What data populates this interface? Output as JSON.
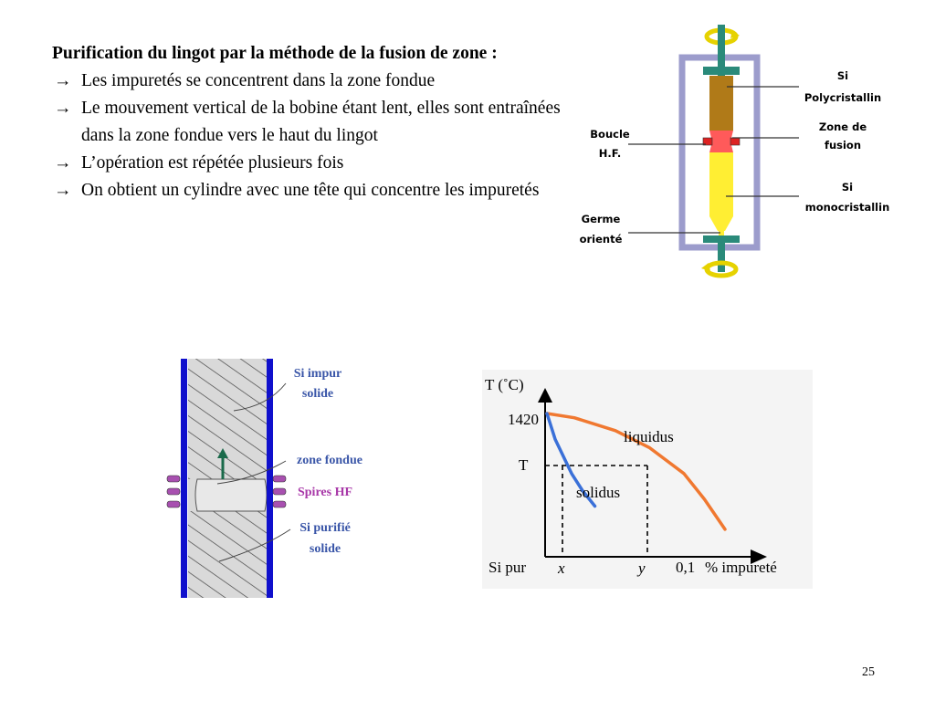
{
  "title": "Purification du lingot par la méthode de la fusion de zone  :",
  "bullets": [
    "Les impuretés se concentrent dans la zone fondue",
    "Le mouvement vertical de la bobine étant lent, elles sont entraînées dans la zone fondue vers le haut du lingot",
    "L’opération est répétée plusieurs fois",
    "On obtient un cylindre avec une tête qui concentre les impuretés"
  ],
  "arrow_glyph": "→",
  "apparatus": {
    "label_si_poly_1": "Si",
    "label_si_poly_2": "Polycristallin",
    "label_zone_1": "Zone de",
    "label_zone_2": "fusion",
    "label_si_mono_1": "Si",
    "label_si_mono_2": "monocristallin",
    "label_boucle_1": "Boucle",
    "label_boucle_2": "H.F.",
    "label_germe_1": "Germe",
    "label_germe_2": "orienté",
    "colors": {
      "tube": "#9c9ccc",
      "rod": "#2a8a7a",
      "poly": "#b07a18",
      "zone": "#ff5a5a",
      "mono": "#ffee33",
      "rotation_arrow": "#e6d200"
    }
  },
  "ingot": {
    "label_impur_1": "Si impur",
    "label_impur_2": "solide",
    "label_zone": "zone fondue",
    "label_spires": "Spires HF",
    "label_purifie_1": "Si purifié",
    "label_purifie_2": "solide",
    "colors": {
      "wall": "#1010cc",
      "label": "#3a56a8",
      "spires_label": "#a838a8",
      "coil": "#a850b0",
      "up_arrow": "#1a6a4a"
    }
  },
  "chart_data": {
    "type": "line",
    "ylabel": "T (˚C)",
    "xlabel": "% impureté",
    "origin_label": "Si pur",
    "x_tick_label": "0,1",
    "y_tick_label": "1420",
    "t_label": "T",
    "x_marker": "x",
    "y_marker": "y",
    "series": [
      {
        "name": "liquidus",
        "color": "#f07830",
        "points": [
          [
            0,
            1420
          ],
          [
            0.02,
            1415
          ],
          [
            0.05,
            1400
          ],
          [
            0.075,
            1380
          ],
          [
            0.1,
            1350
          ],
          [
            0.115,
            1320
          ],
          [
            0.13,
            1285
          ]
        ]
      },
      {
        "name": "solidus",
        "color": "#3a70d8",
        "points": [
          [
            0,
            1420
          ],
          [
            0.002,
            1410
          ],
          [
            0.006,
            1390
          ],
          [
            0.012,
            1370
          ],
          [
            0.018,
            1350
          ],
          [
            0.026,
            1330
          ],
          [
            0.035,
            1312
          ]
        ]
      }
    ]
  },
  "page_number": "25"
}
